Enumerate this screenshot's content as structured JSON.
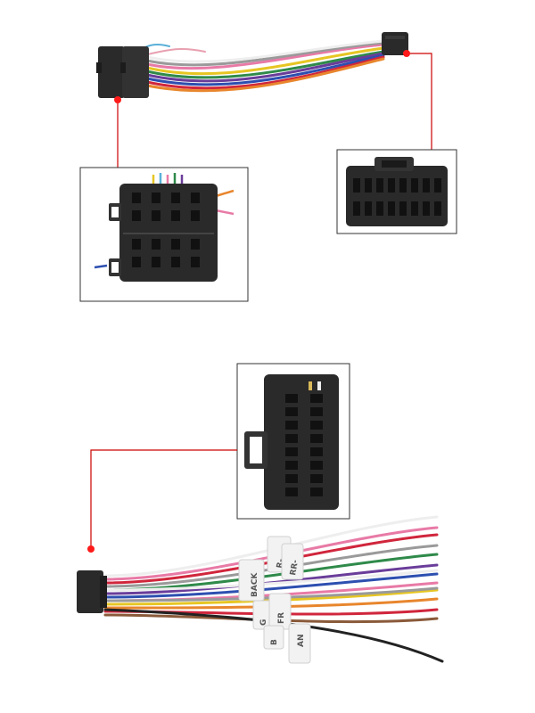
{
  "labels": {
    "back": "BACK",
    "fr": "FR",
    "rr": "RR-",
    "rp": "R-",
    "g": "G",
    "b": "B",
    "an": "AN"
  },
  "colors": {
    "callout_line": "#cc0000",
    "connector": "#2a2a2a",
    "wire_red": "#d0263c",
    "wire_yellow": "#e7c623",
    "wire_green": "#2f8a4a",
    "wire_blue": "#2d4fb0",
    "wire_purple": "#6a3d9a",
    "wire_pink": "#e87aa6",
    "wire_orange": "#e8862d",
    "wire_gray": "#9a9a9a",
    "wire_white": "#eeeeee",
    "wire_black": "#222222",
    "wire_brown": "#8a5a3a"
  }
}
